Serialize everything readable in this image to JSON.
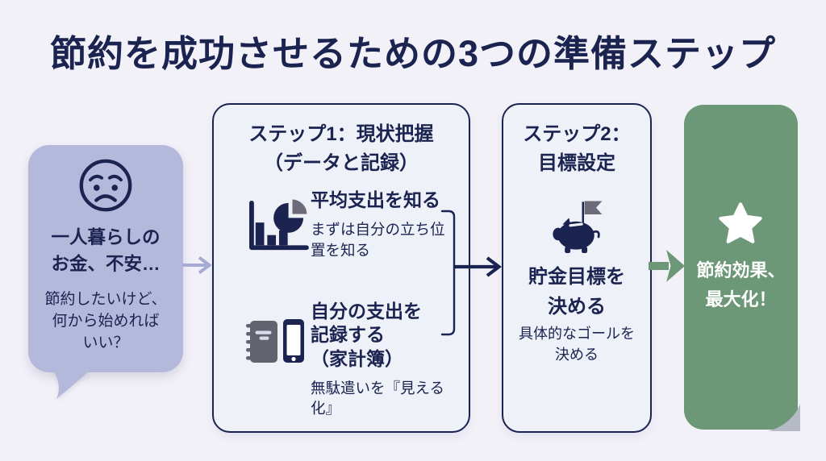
{
  "page": {
    "title": "節約を成功させるための3つの準備ステップ"
  },
  "colors": {
    "background": "#f3f1f8",
    "navy": "#1b2350",
    "lavender": "#b4b9dc",
    "lavender_arrow": "#a6abd5",
    "card_background": "#eff1f8",
    "green": "#6d9878",
    "notebook_gray": "#63626f",
    "slate_gray": "#6d6a7a",
    "curl_gray": "#b6b9c6",
    "white": "#ffffff"
  },
  "problem_bubble": {
    "icon": "worried-face-icon",
    "headline": "一人暮らしの\nお金、不安…",
    "body": "節約したいけど、\n何から始めれば\nいい？"
  },
  "flow": {
    "arrow1": "lavender-right-arrow",
    "arrow2": "navy-right-arrow",
    "arrow3": "green-right-arrow"
  },
  "step1": {
    "title": "ステップ1：現状把握\n（データと記録）",
    "items": [
      {
        "icon": "bar-pie-chart-icon",
        "heading": "平均支出を知る",
        "description": "まずは自分の立ち位\n置を知る"
      },
      {
        "icon": "notebook-phone-icon",
        "heading": "自分の支出を\n記録する\n（家計簿）",
        "description": "無駄遣いを『見える\n化』"
      }
    ]
  },
  "step2": {
    "title": "ステップ2：\n目標設定",
    "icon": "piggy-bank-flag-icon",
    "heading": "貯金目標を\n決める",
    "description": "具体的なゴールを\n決める"
  },
  "result": {
    "icon": "star-icon",
    "heading": "節約効果、\n最大化！"
  }
}
